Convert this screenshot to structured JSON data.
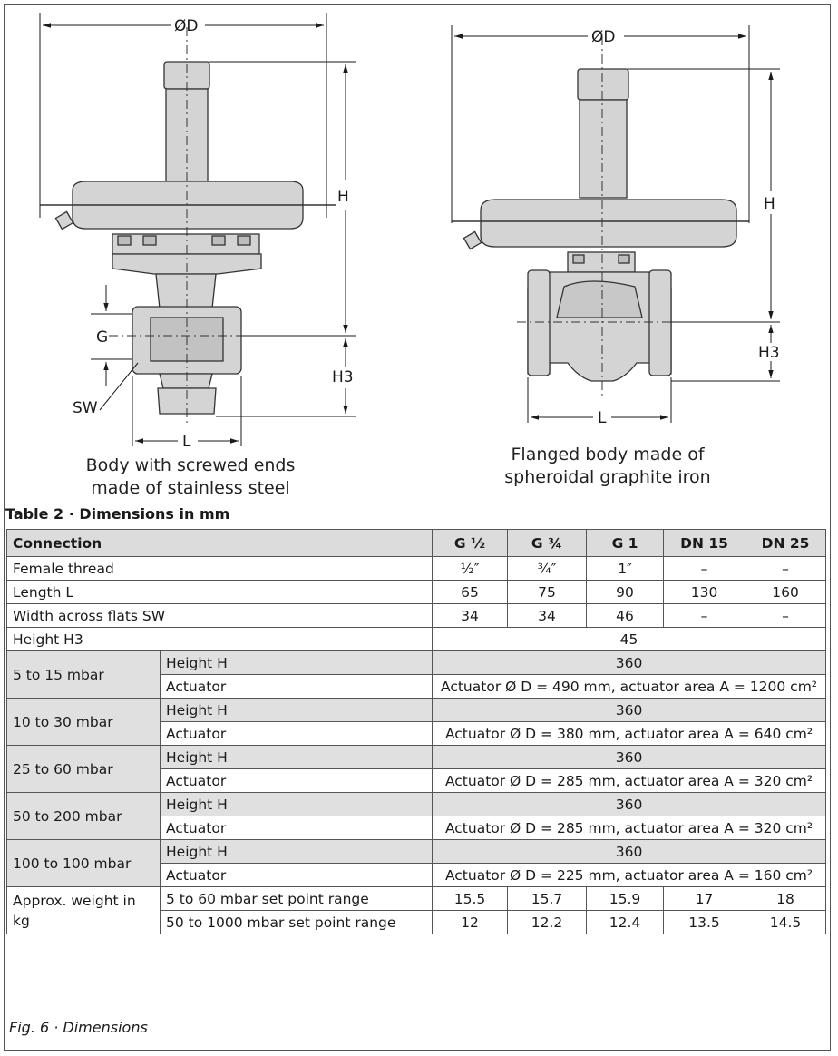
{
  "drawing_left": {
    "labels": {
      "d": "ØD",
      "h": "H",
      "g": "G",
      "h3": "H3",
      "sw": "SW",
      "l": "L"
    },
    "caption": [
      "Body with screwed ends",
      "made of stainless steel"
    ]
  },
  "drawing_right": {
    "labels": {
      "d": "ØD",
      "h": "H",
      "h3": "H3",
      "l": "L"
    },
    "caption": [
      "Flanged body made of",
      "spheroidal graphite iron"
    ]
  },
  "table": {
    "title": "Table 2 · Dimensions in mm",
    "header": [
      "Connection",
      "G ½",
      "G ¾",
      "G 1",
      "DN 15",
      "DN 25"
    ],
    "female_thread": {
      "label": "Female thread",
      "values": [
        "½″",
        "¾″",
        "1″",
        "–",
        "–"
      ]
    },
    "length": {
      "label": "Length L",
      "values": [
        "65",
        "75",
        "90",
        "130",
        "160"
      ]
    },
    "width_sw": {
      "label": "Width across flats SW",
      "values": [
        "34",
        "34",
        "46",
        "–",
        "–"
      ]
    },
    "height_h3": {
      "label": "Height H3",
      "value": "45"
    },
    "groups": [
      {
        "range": "5 to 15 mbar",
        "height_label": "Height H",
        "height": "360",
        "actuator_label": "Actuator",
        "actuator": "Actuator Ø D = 490 mm, actuator area A = 1200 cm²"
      },
      {
        "range": "10 to 30 mbar",
        "height_label": "Height H",
        "height": "360",
        "actuator_label": "Actuator",
        "actuator": "Actuator Ø D = 380 mm, actuator area A = 640 cm²"
      },
      {
        "range": "25 to 60 mbar",
        "height_label": "Height H",
        "height": "360",
        "actuator_label": "Actuator",
        "actuator": "Actuator Ø D = 285 mm, actuator area A = 320 cm²"
      },
      {
        "range": "50 to 200 mbar",
        "height_label": "Height H",
        "height": "360",
        "actuator_label": "Actuator",
        "actuator": "Actuator Ø D = 285 mm, actuator area A = 320 cm²"
      },
      {
        "range": "100 to 100 mbar",
        "height_label": "Height H",
        "height": "360",
        "actuator_label": "Actuator",
        "actuator": "Actuator Ø D = 225 mm, actuator area A = 160 cm²"
      }
    ],
    "weight": {
      "label": "Approx. weight in kg",
      "rows": [
        {
          "label": "5 to 60 mbar set point range",
          "values": [
            "15.5",
            "15.7",
            "15.9",
            "17",
            "18"
          ]
        },
        {
          "label": "50 to 1000 mbar set point range",
          "values": [
            "12",
            "12.2",
            "12.4",
            "13.5",
            "14.5"
          ]
        }
      ]
    }
  },
  "figure_caption": "Fig. 6 · Dimensions",
  "colors": {
    "part_fill": "#d4d4d4",
    "part_stroke": "#333333",
    "group_shade": "#e0e0e0"
  }
}
